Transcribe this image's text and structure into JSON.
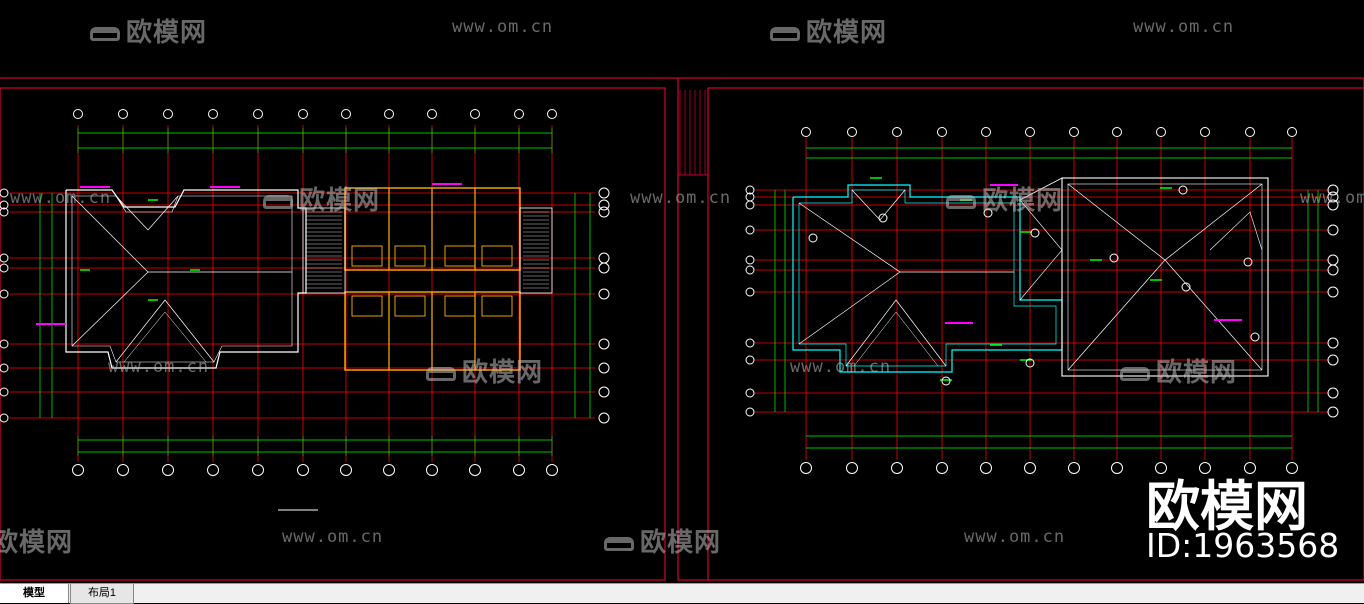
{
  "watermark": {
    "brand": "欧模网",
    "url": "www.om.cn",
    "big_name": "欧模网",
    "id": "ID:1963568"
  },
  "tabs": [
    {
      "label": "模型",
      "active": true
    },
    {
      "label": "布局1",
      "active": false
    }
  ],
  "drawing": {
    "left_title": "屋顶平面图",
    "colors": {
      "grid": "#ff0000",
      "dims": "#00ff00",
      "frame": "#ff0040",
      "walls": "#ffffff",
      "stair": "#ffb000",
      "text": "#ff00ff",
      "cyan": "#00ffff"
    }
  }
}
